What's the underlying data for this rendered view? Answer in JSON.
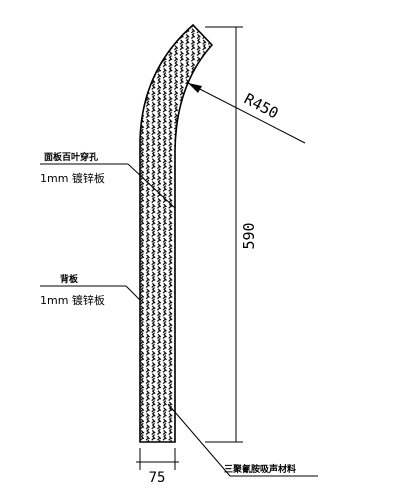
{
  "labels": {
    "front_panel_line1": "面板百叶穿孔",
    "front_panel_line2": "1mm 镀锌板",
    "back_panel_line1": "背板",
    "back_panel_line2": "1mm 镀锌板",
    "core_material": "三聚氰胺吸声材料"
  },
  "dimensions": {
    "radius": "R450",
    "height": "590",
    "width": "75"
  }
}
